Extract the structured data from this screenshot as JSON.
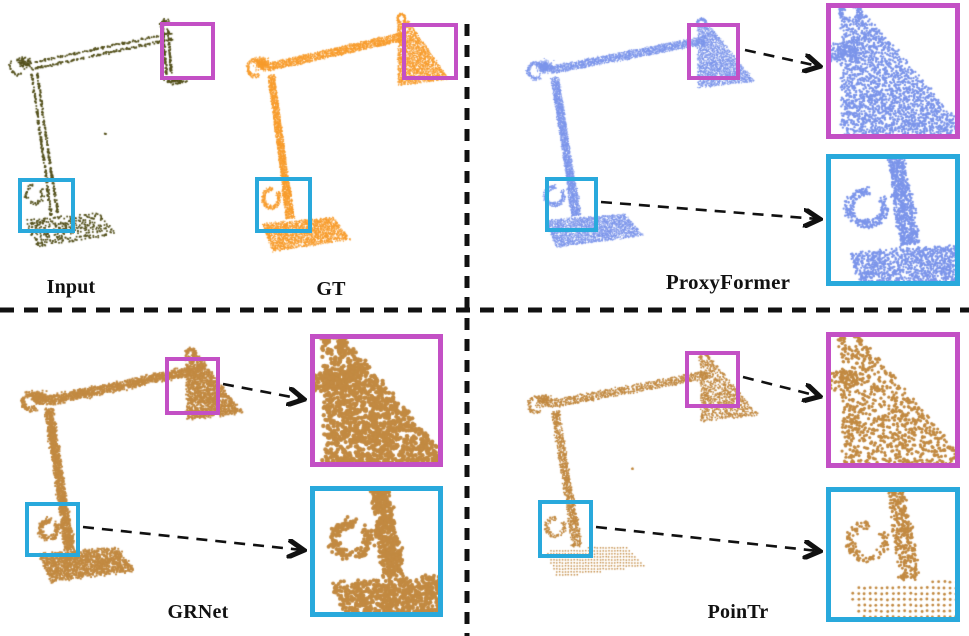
{
  "figure": {
    "background": "#ffffff",
    "divider_color": "#111111",
    "arrow_color": "#111111",
    "label_color": "#111111",
    "highlight_colors": {
      "magenta": "#C350C5",
      "cyan": "#29A9DC"
    },
    "panels": [
      {
        "id": "input",
        "label": "Input",
        "point_color": "#55521D"
      },
      {
        "id": "gt",
        "label": "GT",
        "point_color": "#F79C2D"
      },
      {
        "id": "proxyformer",
        "label": "ProxyFormer",
        "point_color": "#7C95EA"
      },
      {
        "id": "grnet",
        "label": "GRNet",
        "point_color": "#C28A42"
      },
      {
        "id": "pointr",
        "label": "PoinTr",
        "point_color": "#C28A42"
      }
    ]
  }
}
